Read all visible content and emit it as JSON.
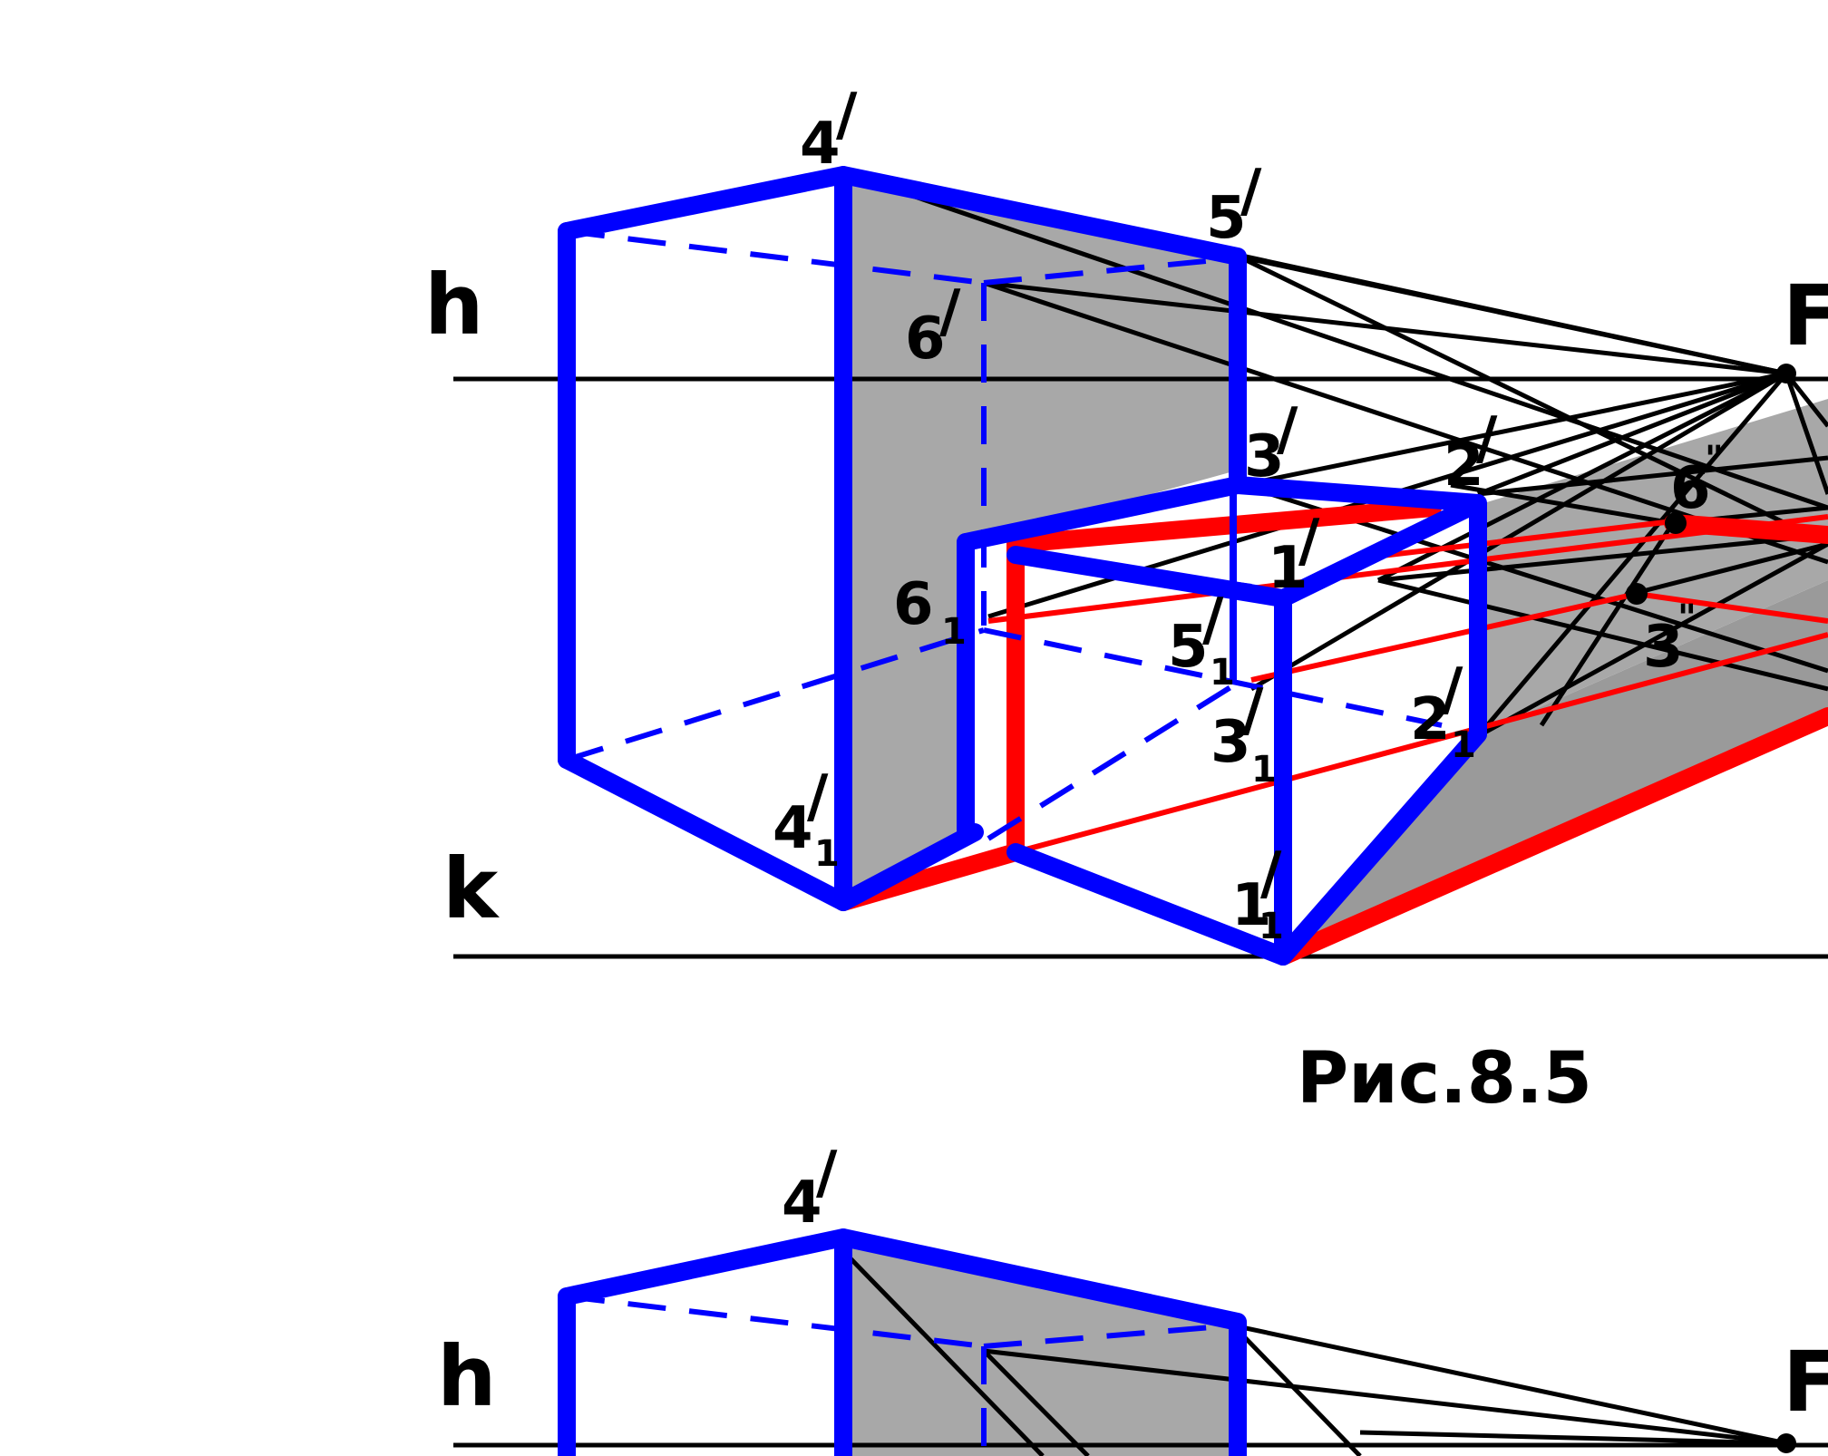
{
  "figure_caption": "Рис.8.5",
  "colors": {
    "edge_visible": "#0000ff",
    "shadow_outline": "#ff0000",
    "construction": "#000000",
    "shadow_fill": "#a8a8a8",
    "shadow_fill_dark": "#9a9a9a"
  },
  "upper": {
    "horizon_label": "h",
    "ground_label": "k",
    "vanishing_label": "F",
    "labels": {
      "p4": "4",
      "p5": "5",
      "p6": "6",
      "p3": "3",
      "p2": "2",
      "p1": "1",
      "p6s": "6",
      "p5s": "5",
      "p3s": "3",
      "p2s": "2",
      "p4s": "4",
      "p1s": "1",
      "p6dd": "6",
      "p3dd": "3",
      "sub": "1"
    }
  },
  "lower": {
    "horizon_label": "h",
    "vanishing_label": "F",
    "labels": {
      "p4": "4"
    }
  }
}
